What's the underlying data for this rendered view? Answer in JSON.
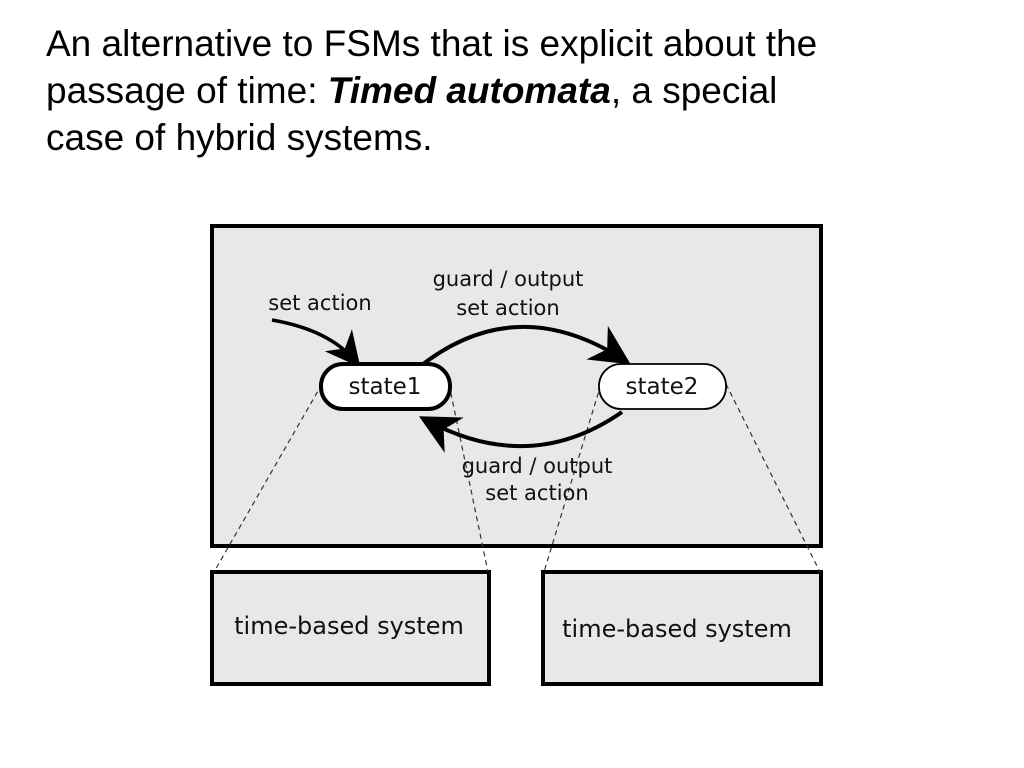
{
  "slide": {
    "line1": "An alternative to FSMs that is explicit about the",
    "line2_prefix": "passage of time: ",
    "line2_emphasis": "Timed automata",
    "line2_suffix": ", a special",
    "line3": "case of hybrid systems."
  },
  "diagram": {
    "initial_label": "set action",
    "states": [
      "state1",
      "state2"
    ],
    "top_transition": {
      "line1": "guard / output",
      "line2": "set action"
    },
    "bottom_transition": {
      "line1": "guard / output",
      "line2": "set action"
    },
    "subsystems": [
      "time-based system",
      "time-based system"
    ],
    "colors": {
      "panel_fill": "#e8e8e8",
      "stroke": "#000000",
      "state_fill": "#ffffff"
    }
  }
}
